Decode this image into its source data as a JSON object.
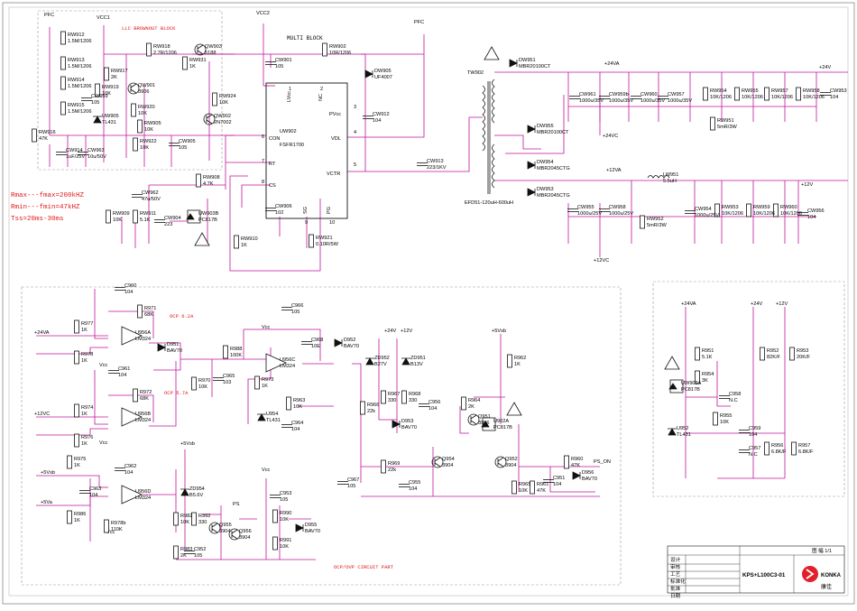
{
  "colors": {
    "wire": "#c0149a",
    "ink": "#111111",
    "annotation": "#e01818",
    "frame": "#888888",
    "logo": "#e0202a"
  },
  "blocks": {
    "brownout_title": "LLC BROWNOUT BLOCK",
    "multi_title": "MULTI BLOCK",
    "ocp_left": "OCP 6.2A",
    "ocp_right": "OCP 5.7A",
    "ocp_circuit": "OCP/OVP CIRCUIT PART"
  },
  "notes": [
    "Rmax---fmax=200kHZ",
    "Rmin---fmin=47kHZ",
    "Tss=20ms-30ms"
  ],
  "rails": {
    "vcc1": "VCC1",
    "vcc2": "VCC2",
    "pfc": "PFC",
    "pfc2": "PFC",
    "p24va": "+24VA",
    "p24v": "+24V",
    "m24vc": "+24VC",
    "p12va": "+12VA",
    "p12v": "+12V",
    "p12vc": "+12VC",
    "p24v_in": "+24V",
    "p12v_in": "+12V",
    "p24va_r": "+24VA",
    "p24v_r": "+24V",
    "p12v_r": "+12V",
    "p24v_ocp": "+24VA",
    "p12vc_in": "+12VC",
    "p5vsb_a": "+5Vsb",
    "p5va": "+5Va",
    "p5vsb_b": "+5Vsb",
    "p5vsb_c": "+5Vsb",
    "p24v_c": "+24V",
    "p12v_c": "+12V",
    "vcc_a": "Vcc",
    "vcc_b": "Vcc",
    "vcc_c": "Vcc",
    "vcc_d": "Vcc",
    "vcc_e": "Vcc",
    "ps": "PS",
    "ps_on": "PS_ON"
  },
  "ic_uw902": {
    "name": "UW902",
    "part": "FSFR1700",
    "pins": {
      "vlo": "LVcc",
      "nc": "NC",
      "pvcc": "PVcc",
      "vdl": "VDL",
      "vctr": "VCTR",
      "con": "CON",
      "rt": "RT",
      "cs": "CS",
      "sg": "SG",
      "pg": "PG"
    },
    "pin_numbers": [
      "1",
      "2",
      "3",
      "4",
      "5",
      "6",
      "7",
      "8",
      "9",
      "10"
    ]
  },
  "transformer": {
    "name": "TW902",
    "part": "EFD51-120uH-600uH"
  },
  "components": [
    {
      "ref": "RW912",
      "val": "1.5M/1206"
    },
    {
      "ref": "RW913",
      "val": "1.5M/1206"
    },
    {
      "ref": "RW914",
      "val": "1.5M/1206"
    },
    {
      "ref": "RW915",
      "val": "1.5M/1206"
    },
    {
      "ref": "RW916",
      "val": "47K"
    },
    {
      "ref": "CW914",
      "val": "1uF/25V"
    },
    {
      "ref": "CW963",
      "val": "10u/50V"
    },
    {
      "ref": "RW917",
      "val": "2K"
    },
    {
      "ref": "CW959",
      "val": "105"
    },
    {
      "ref": "RW919",
      "val": "10K"
    },
    {
      "ref": "UW905",
      "val": "TL431"
    },
    {
      "ref": "QW901",
      "val": "3906"
    },
    {
      "ref": "RW920",
      "val": "10K"
    },
    {
      "ref": "RW905",
      "val": "10K"
    },
    {
      "ref": "RW922",
      "val": "10K"
    },
    {
      "ref": "CW905",
      "val": "105"
    },
    {
      "ref": "RW918",
      "val": "2.7R/1206"
    },
    {
      "ref": "RW931",
      "val": "1K"
    },
    {
      "ref": "QW903",
      "val": "5188"
    },
    {
      "ref": "RW924",
      "val": "10K"
    },
    {
      "ref": "QW902",
      "val": "2N7002"
    },
    {
      "ref": "CW901",
      "val": "105"
    },
    {
      "ref": "RW902",
      "val": "10R/1206"
    },
    {
      "ref": "DW905",
      "val": "UF4007"
    },
    {
      "ref": "CW912",
      "val": "104"
    },
    {
      "ref": "CW913",
      "val": "223/1KV"
    },
    {
      "ref": "RW908",
      "val": "4.7K"
    },
    {
      "ref": "CW962",
      "val": "47u/50V"
    },
    {
      "ref": "RW909",
      "val": "10K"
    },
    {
      "ref": "RW911",
      "val": "5.1K"
    },
    {
      "ref": "CW904",
      "val": "223"
    },
    {
      "ref": "UW903B",
      "val": "PC817B"
    },
    {
      "ref": "CW906",
      "val": "102"
    },
    {
      "ref": "RW910",
      "val": "1K"
    },
    {
      "ref": "RW921",
      "val": "0.10R/5W"
    },
    {
      "ref": "DW951",
      "val": "MBR20100CT"
    },
    {
      "ref": "DW955",
      "val": "MBR20100CT"
    },
    {
      "ref": "DW954",
      "val": "MBR2045CTG"
    },
    {
      "ref": "DW953",
      "val": "MBR2045CTG"
    },
    {
      "ref": "CW961",
      "val": "1000u/35V"
    },
    {
      "ref": "CW959b",
      "val": "1000u/35V"
    },
    {
      "ref": "CW960",
      "val": "1000u/35V"
    },
    {
      "ref": "CW957",
      "val": "1000u/35V"
    },
    {
      "ref": "RW954",
      "val": "10K/1206"
    },
    {
      "ref": "RW955",
      "val": "10K/1206"
    },
    {
      "ref": "RW957",
      "val": "10K/1206"
    },
    {
      "ref": "RW958",
      "val": "10K/1206"
    },
    {
      "ref": "CW953",
      "val": "104"
    },
    {
      "ref": "RW951",
      "val": "5mR/3W"
    },
    {
      "ref": "LW951",
      "val": "5.5uH"
    },
    {
      "ref": "CW955",
      "val": "1000u/25V"
    },
    {
      "ref": "CW958",
      "val": "1000u/25V"
    },
    {
      "ref": "CW954",
      "val": "1000u/25V"
    },
    {
      "ref": "RW953",
      "val": "10K/1206"
    },
    {
      "ref": "RW959",
      "val": "10K/1206"
    },
    {
      "ref": "RW960",
      "val": "10K/1206"
    },
    {
      "ref": "CW956",
      "val": "104"
    },
    {
      "ref": "RW952",
      "val": "5mR/3W"
    },
    {
      "ref": "C960",
      "val": "104"
    },
    {
      "ref": "R971",
      "val": "68K"
    },
    {
      "ref": "R977",
      "val": "1K"
    },
    {
      "ref": "R978",
      "val": "1K"
    },
    {
      "ref": "U956A",
      "val": "LM324"
    },
    {
      "ref": "D951",
      "val": "BAV70"
    },
    {
      "ref": "C961",
      "val": "104"
    },
    {
      "ref": "R972",
      "val": "68K"
    },
    {
      "ref": "U956B",
      "val": "LM324"
    },
    {
      "ref": "R974",
      "val": "1K"
    },
    {
      "ref": "R976",
      "val": "1K"
    },
    {
      "ref": "R988",
      "val": "100K"
    },
    {
      "ref": "R970",
      "val": "10K"
    },
    {
      "ref": "C965",
      "val": "103"
    },
    {
      "ref": "C966",
      "val": "105"
    },
    {
      "ref": "C968",
      "val": "10E"
    },
    {
      "ref": "U956C",
      "val": "LM324"
    },
    {
      "ref": "R973",
      "val": "1K"
    },
    {
      "ref": "U954",
      "val": "TL431"
    },
    {
      "ref": "R963",
      "val": "10K"
    },
    {
      "ref": "C964",
      "val": "104"
    },
    {
      "ref": "D952",
      "val": "BAV70"
    },
    {
      "ref": "ZD952",
      "val": "B27V"
    },
    {
      "ref": "ZD951",
      "val": "B13V"
    },
    {
      "ref": "R967",
      "val": "330"
    },
    {
      "ref": "R968",
      "val": "330"
    },
    {
      "ref": "D953",
      "val": "BAV70"
    },
    {
      "ref": "R966",
      "val": "22k"
    },
    {
      "ref": "R969",
      "val": "22k"
    },
    {
      "ref": "C955",
      "val": "104"
    },
    {
      "ref": "C956",
      "val": "104"
    },
    {
      "ref": "R964",
      "val": "2K"
    },
    {
      "ref": "Q951",
      "val": "3906"
    },
    {
      "ref": "Q954",
      "val": "3904"
    },
    {
      "ref": "R962",
      "val": "1K"
    },
    {
      "ref": "U902A",
      "val": "PC817B"
    },
    {
      "ref": "Q952",
      "val": "3904"
    },
    {
      "ref": "C967",
      "val": "105"
    },
    {
      "ref": "R965",
      "val": "10K"
    },
    {
      "ref": "R961",
      "val": "47K"
    },
    {
      "ref": "C951",
      "val": "104"
    },
    {
      "ref": "R960",
      "val": "47K"
    },
    {
      "ref": "D956",
      "val": "BAV70"
    },
    {
      "ref": "R975",
      "val": "1K"
    },
    {
      "ref": "C962",
      "val": "104"
    },
    {
      "ref": "C963",
      "val": "104"
    },
    {
      "ref": "R986",
      "val": "1K"
    },
    {
      "ref": "R978b",
      "val": "110K"
    },
    {
      "ref": "U956D",
      "val": "LM324"
    },
    {
      "ref": "ZD954",
      "val": "B5.6V"
    },
    {
      "ref": "R982",
      "val": "10K"
    },
    {
      "ref": "R992",
      "val": "330"
    },
    {
      "ref": "R983",
      "val": "2K"
    },
    {
      "ref": "C952",
      "val": "105"
    },
    {
      "ref": "Q955",
      "val": "3904"
    },
    {
      "ref": "Q956",
      "val": "3904"
    },
    {
      "ref": "C953",
      "val": "105"
    },
    {
      "ref": "R990",
      "val": "10K"
    },
    {
      "ref": "R991",
      "val": "10K"
    },
    {
      "ref": "D955",
      "val": "BAV70"
    },
    {
      "ref": "R951",
      "val": "5.1K"
    },
    {
      "ref": "R954",
      "val": "3K"
    },
    {
      "ref": "UW903A",
      "val": "PC817B"
    },
    {
      "ref": "C958",
      "val": "N.C"
    },
    {
      "ref": "R955",
      "val": "10K"
    },
    {
      "ref": "C959",
      "val": "104"
    },
    {
      "ref": "U952",
      "val": "TL431"
    },
    {
      "ref": "C957",
      "val": "N.C"
    },
    {
      "ref": "R952",
      "val": "82K/F"
    },
    {
      "ref": "R953",
      "val": "20K/F"
    },
    {
      "ref": "R956",
      "val": "6.8K/F"
    },
    {
      "ref": "R957",
      "val": "6.8K/F"
    }
  ],
  "title_block": {
    "model": "KPS+L100C3-01",
    "company": "KONKA",
    "company_cn": "康佳",
    "rows": [
      "设计",
      "审核",
      "工艺",
      "标准化",
      "批准",
      "日期"
    ],
    "top_right": "图 幅 1/1"
  }
}
